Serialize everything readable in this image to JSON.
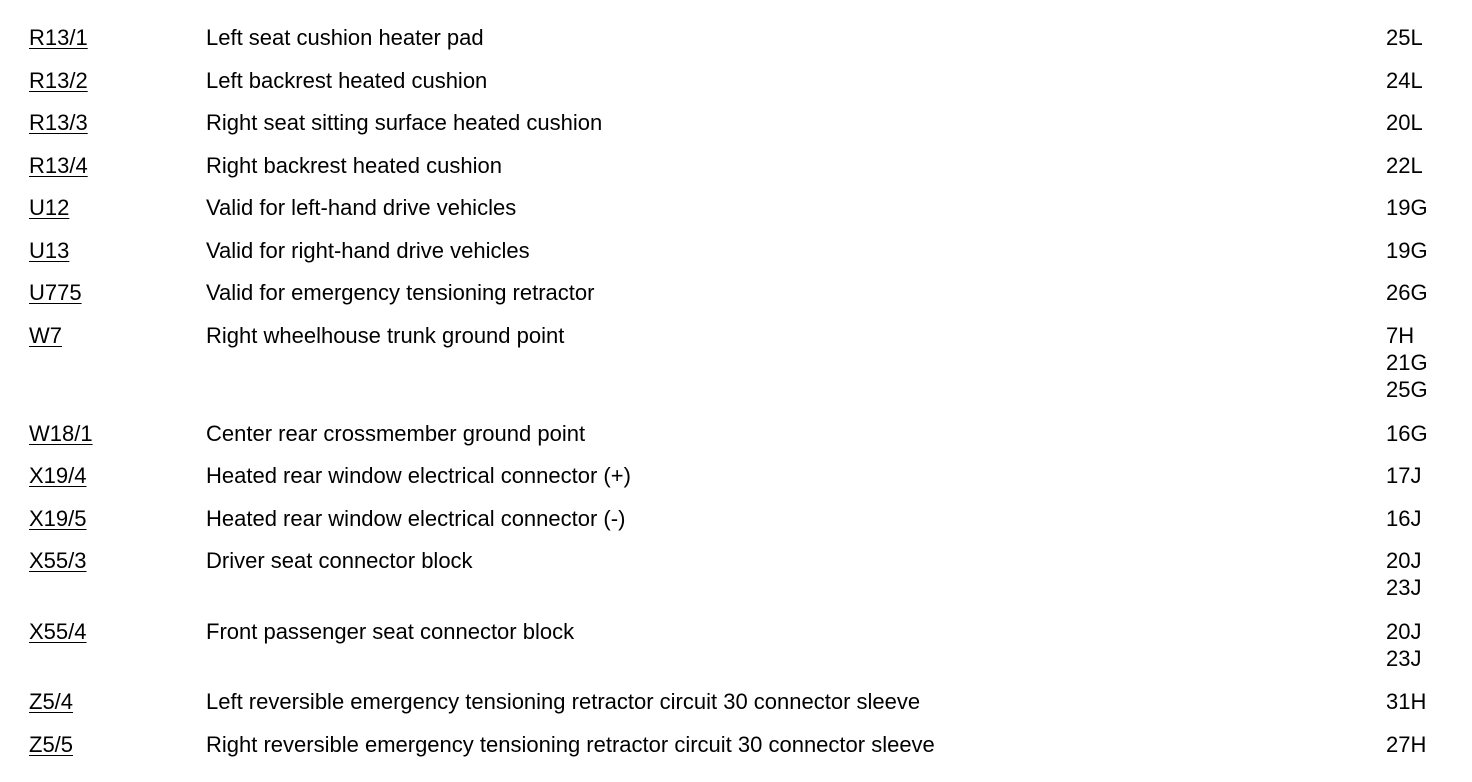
{
  "legend": {
    "rows": [
      {
        "code": "R13/1",
        "description": "Left seat cushion heater pad",
        "locations": [
          "25L"
        ]
      },
      {
        "code": "R13/2",
        "description": "Left backrest heated cushion",
        "locations": [
          "24L"
        ]
      },
      {
        "code": "R13/3",
        "description": "Right seat sitting surface heated cushion",
        "locations": [
          "20L"
        ]
      },
      {
        "code": "R13/4",
        "description": "Right backrest heated cushion",
        "locations": [
          "22L"
        ]
      },
      {
        "code": "U12",
        "description": "Valid for left-hand drive vehicles",
        "locations": [
          "19G"
        ]
      },
      {
        "code": "U13",
        "description": "Valid for right-hand drive vehicles",
        "locations": [
          "19G"
        ]
      },
      {
        "code": "U775",
        "description": "Valid for emergency tensioning retractor",
        "locations": [
          "26G"
        ]
      },
      {
        "code": "W7",
        "description": "Right wheelhouse trunk ground point",
        "locations": [
          "7H",
          "21G",
          "25G"
        ]
      },
      {
        "code": "W18/1",
        "description": "Center rear crossmember ground point",
        "locations": [
          "16G"
        ]
      },
      {
        "code": "X19/4",
        "description": "Heated rear window electrical connector (+)",
        "locations": [
          "17J"
        ]
      },
      {
        "code": "X19/5",
        "description": "Heated rear window electrical connector (-)",
        "locations": [
          "16J"
        ]
      },
      {
        "code": "X55/3",
        "description": "Driver seat connector block",
        "locations": [
          "20J",
          "23J"
        ]
      },
      {
        "code": "X55/4",
        "description": "Front passenger seat connector block",
        "locations": [
          "20J",
          "23J"
        ]
      },
      {
        "code": "Z5/4",
        "description": "Left reversible emergency tensioning retractor circuit 30 connector sleeve",
        "locations": [
          "31H"
        ]
      },
      {
        "code": "Z5/5",
        "description": "Right reversible emergency tensioning retractor circuit 30 connector sleeve",
        "locations": [
          "27H"
        ]
      }
    ]
  }
}
